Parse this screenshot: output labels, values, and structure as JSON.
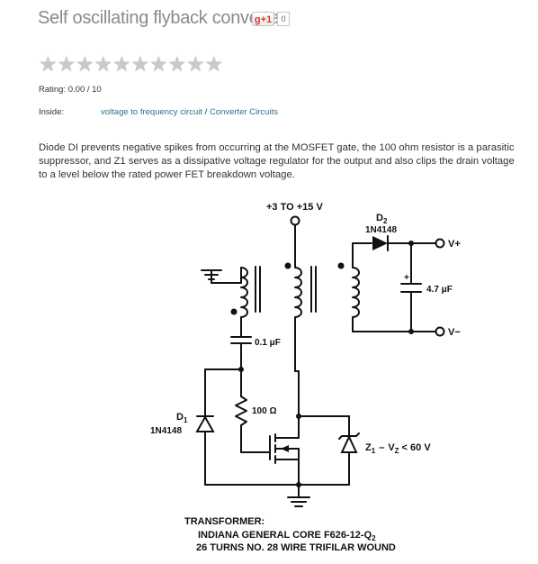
{
  "page": {
    "title": "Self oscillating flyback converter",
    "gplus": {
      "label": "g+1",
      "count": "0"
    },
    "rating": {
      "label": "Rating: 0.00 / 10",
      "stars_total": 10,
      "stars_filled": 0
    },
    "inside": {
      "label": "Inside:",
      "link1": "voltage to frequency circuit",
      "separator": "/",
      "link2": "Converter Circuits"
    },
    "description": "Diode DI prevents negative spikes from occurring at the MOSFET gate, the 100 ohm resistor is a parasitic suppressor, and Z1 serves as a dissipative voltage regulator for the output and also clips the drain voltage to a level below the rated power FET breakdown voltage."
  },
  "schematic": {
    "supply": "+3 TO +15 V",
    "d2_name": "D",
    "d2_sub": "2",
    "d2_part": "1N4148",
    "vplus": "V+",
    "vminus": "V−",
    "cap_out": "4.7 μF",
    "cap_plus": "+",
    "cap_in": "0.1 μF",
    "resistor": "100 Ω",
    "d1_name": "D",
    "d1_sub": "1",
    "d1_part": "1N4148",
    "z1_name": "Z",
    "z1_sub": "1",
    "z1_dash": "–",
    "vz_v": "V",
    "vz_sub": "Z",
    "vz_rest": "< 60 V",
    "xfmr_line1": "TRANSFORMER:",
    "xfmr_line2_a": "INDIANA GENERAL CORE F626-12-Q",
    "xfmr_line2_sub": "2",
    "xfmr_line3": "26 TURNS NO. 28 WIRE TRIFILAR WOUND"
  },
  "colors": {
    "title": "#8a8a8a",
    "link": "#2a6f8e",
    "star_empty": "#c9c9c9",
    "text": "#333333"
  },
  "icons": {
    "gplus": "google-plus-one-icon",
    "star": "rating-star-icon"
  }
}
